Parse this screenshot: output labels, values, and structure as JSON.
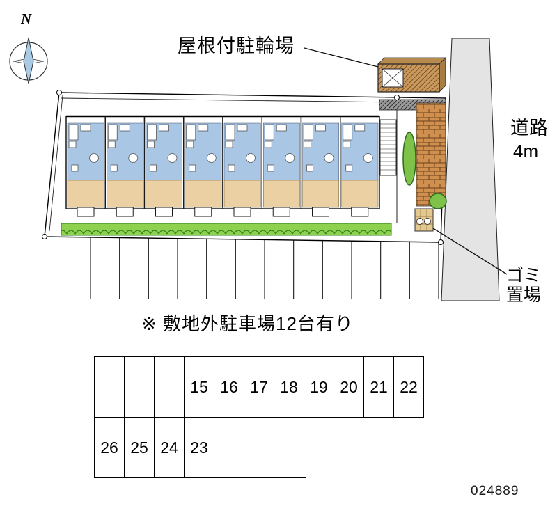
{
  "compass": {
    "north": "N"
  },
  "labels": {
    "bike_parking": "屋根付駐輪場",
    "road_name": "道路",
    "road_width": "4m",
    "garbage_line1": "ゴミ",
    "garbage_line2": "置場",
    "note": "※ 敷地外駐車場12台有り",
    "plan_number": "024889"
  },
  "parking_grid": {
    "top_row": [
      "",
      "",
      "",
      "15",
      "16",
      "17",
      "18",
      "19",
      "20",
      "21",
      "22"
    ],
    "bottom_row": [
      "26",
      "25",
      "24",
      "23"
    ]
  },
  "colors": {
    "room_blue": "#a9c6e5",
    "room_tan": "#ead0a2",
    "hedge_green": "#8ed14e",
    "brick": "#cf8f4e",
    "road_gray": "#e4e4e4",
    "hatch_tan": "#c9985c"
  }
}
